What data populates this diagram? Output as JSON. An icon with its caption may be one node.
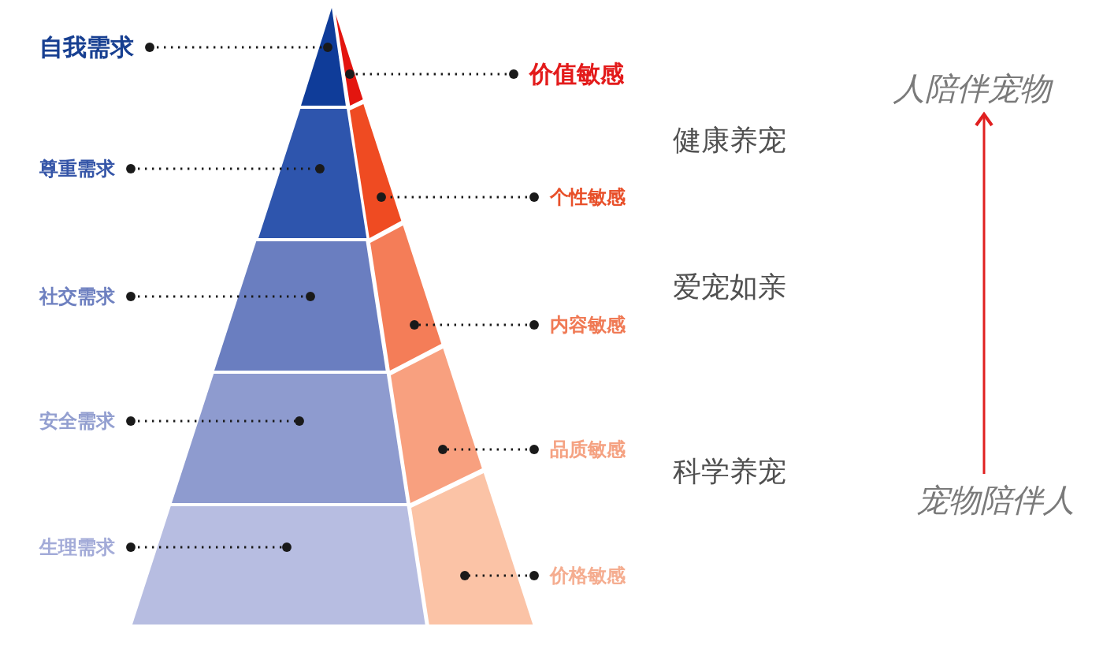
{
  "diagram": {
    "nodes": [
      {
        "text": [
          "自我需求"
        ]
      },
      {
        "text": [],
        "shape": "triangle"
      },
      {
        "text": [],
        "shape": "triangle"
      },
      {
        "text": [
          "价值敏感"
        ]
      },
      {
        "text": [
          "人陪伴宠物"
        ]
      },
      {
        "text": [
          "尊重需求"
        ]
      },
      {
        "text": [],
        "shape": "trapezoid"
      },
      {
        "text": [],
        "shape": "trapezoid"
      },
      {
        "text": [
          "个性敏感"
        ]
      },
      {
        "text": [
          "社交需求"
        ]
      },
      {
        "text": [],
        "shape": "trapezoid"
      },
      {
        "text": [],
        "shape": "trapezoid"
      },
      {
        "text": [
          "内容敏感"
        ]
      },
      {
        "text": [
          "安全需求"
        ]
      },
      {
        "text": [],
        "shape": "trapezoid"
      },
      {
        "text": [],
        "shape": "trapezoid"
      },
      {
        "text": [
          "品质敏感"
        ]
      },
      {
        "text": [
          "宠物陪伴人"
        ]
      },
      {
        "text": [
          "生理需求"
        ]
      },
      {
        "text": [],
        "shape": "trapezoid"
      },
      {
        "text": [],
        "shape": "trapezoid"
      },
      {
        "text": [
          "价格敏感"
        ]
      }
    ],
    "edges": [
      {
        "from": 0,
        "to": 1,
        "arrow": "other",
        "style": "dashed"
      },
      {
        "from": 3,
        "to": 2,
        "arrow": "other",
        "style": "dashed"
      },
      {
        "from": 5,
        "to": 6,
        "arrow": "other",
        "style": "dashed"
      },
      {
        "from": 8,
        "to": 7,
        "arrow": "other",
        "style": "dashed"
      },
      {
        "from": 9,
        "to": 10,
        "arrow": "other",
        "style": "dashed"
      },
      {
        "from": 12,
        "to": 11,
        "arrow": "other",
        "style": "dashed"
      },
      {
        "from": 13,
        "to": 14,
        "arrow": "other",
        "style": "dashed"
      },
      {
        "from": 16,
        "to": 15,
        "arrow": "other",
        "style": "dashed"
      },
      {
        "from": 18,
        "to": 19,
        "arrow": "other",
        "style": "dashed"
      },
      {
        "from": 21,
        "to": 20,
        "arrow": "other",
        "style": "dashed"
      },
      {
        "from": 17,
        "to": 4,
        "arrow": "to",
        "color": "#e02020"
      }
    ],
    "labels": [
      "健康养宠",
      "爱宠如亲",
      "科学养宠"
    ]
  }
}
